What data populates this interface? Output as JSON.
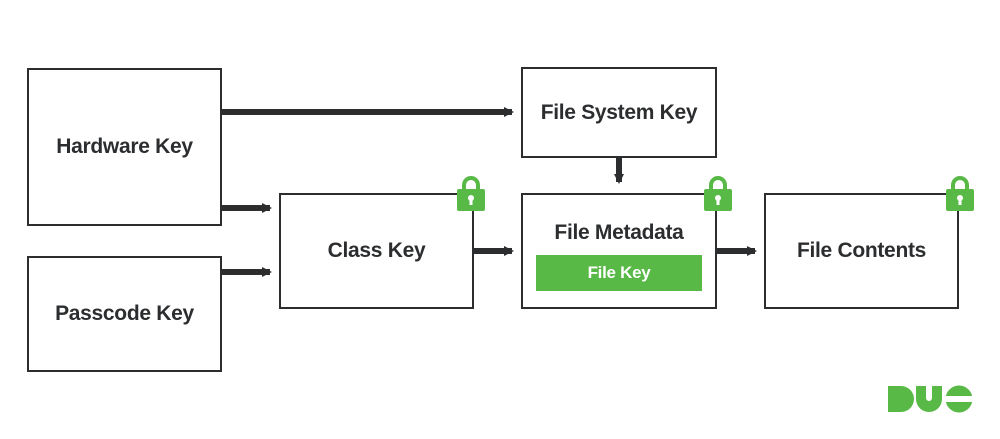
{
  "nodes": {
    "hardware_key": "Hardware Key",
    "passcode_key": "Passcode Key",
    "file_system_key": "File System Key",
    "class_key": "Class Key",
    "file_metadata": "File Metadata",
    "file_key": "File Key",
    "file_contents": "File Contents"
  },
  "edges": [
    {
      "from": "Hardware Key",
      "to": "File System Key"
    },
    {
      "from": "Hardware Key",
      "to": "Class Key"
    },
    {
      "from": "Passcode Key",
      "to": "Class Key"
    },
    {
      "from": "File System Key",
      "to": "File Metadata"
    },
    {
      "from": "Class Key",
      "to": "File Metadata"
    },
    {
      "from": "File Metadata",
      "to": "File Contents"
    }
  ],
  "locked_nodes": [
    "Class Key",
    "File Metadata",
    "File Contents"
  ],
  "logo": "DUO",
  "colors": {
    "accent_green": "#58b947",
    "stroke": "#2b2d2f"
  }
}
